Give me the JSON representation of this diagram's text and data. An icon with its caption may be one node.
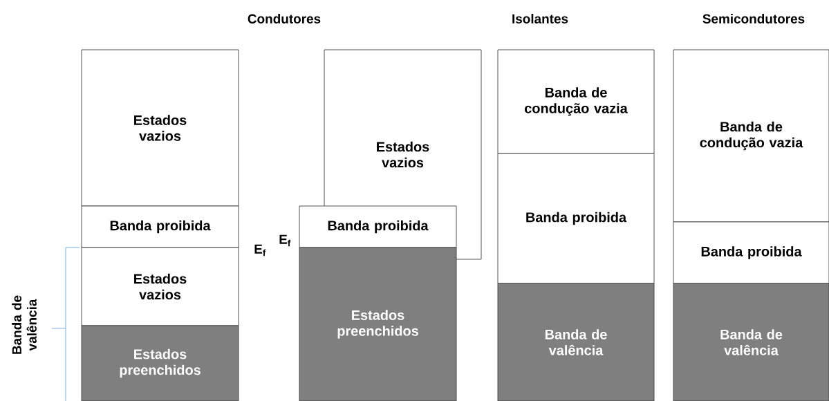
{
  "diagram": {
    "nodes": [
      {
        "text": [
          "Estados vazios"
        ]
      },
      {
        "text": [
          "Banda proibida"
        ]
      },
      {
        "text": [
          "Estados vazios"
        ]
      },
      {
        "text": [
          "Estados preenchidos"
        ]
      },
      {
        "text": [
          "Estados vazios"
        ]
      },
      {
        "text": [
          "Banda proibida"
        ]
      },
      {
        "text": [
          "Estados preenchidos"
        ]
      },
      {
        "text": [
          "Banda de condução vazia"
        ]
      },
      {
        "text": [
          "Banda proibida"
        ]
      },
      {
        "text": [
          "Banda de valência"
        ]
      },
      {
        "text": [
          "Banda de condução vazia"
        ]
      },
      {
        "text": [
          "Banda proibida"
        ]
      },
      {
        "text": [
          "Banda de valência"
        ]
      }
    ],
    "labels": [
      "Condutores",
      "Isolantes",
      "Semicondutores",
      "E$_{f}$",
      "E$_{f}$",
      "Banda de valência"
    ]
  }
}
